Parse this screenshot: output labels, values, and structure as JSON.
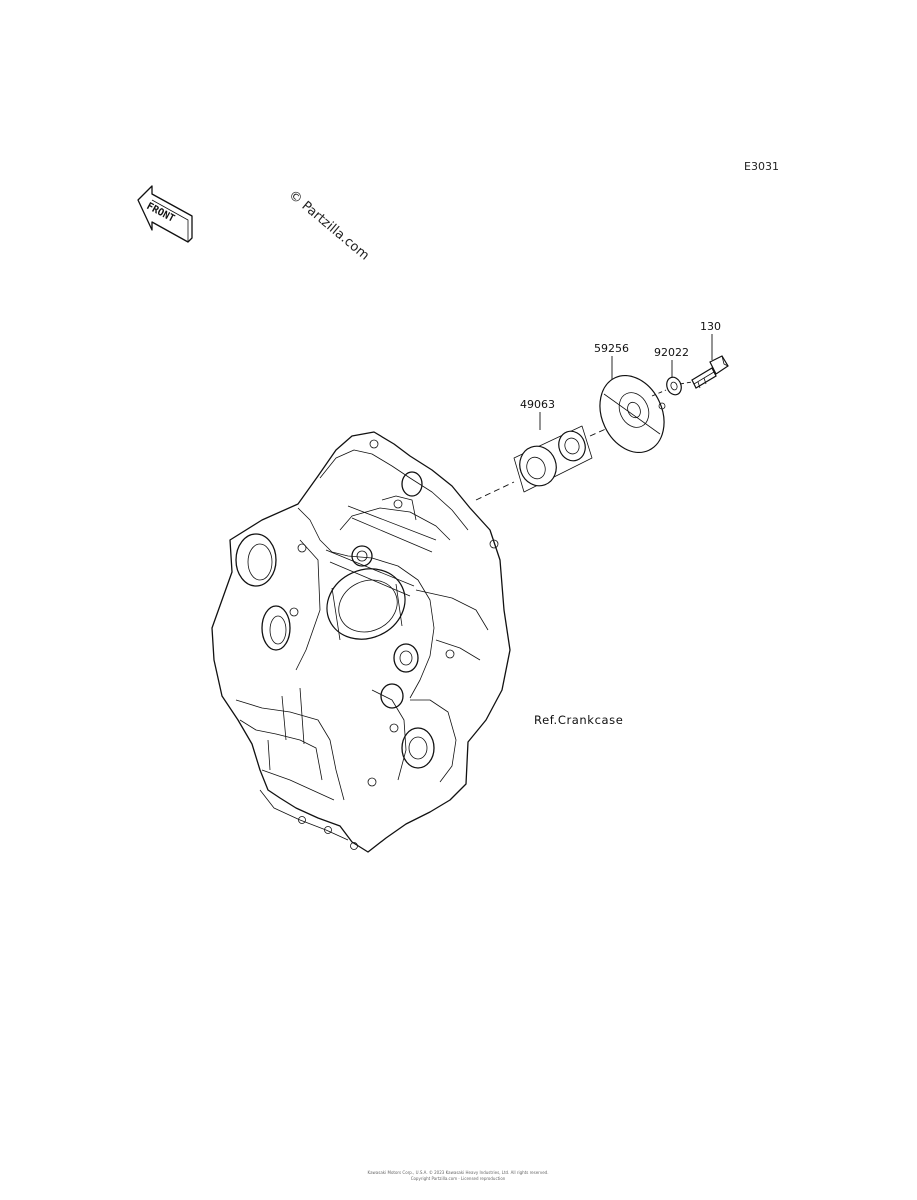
{
  "diagram_id": "E3031",
  "watermark": "© Partzilla.com",
  "front_arrow_label": "FRONT",
  "parts": [
    {
      "number": "130"
    },
    {
      "number": "59256"
    },
    {
      "number": "92022"
    },
    {
      "number": "49063"
    }
  ],
  "reference_label": "Ref.Crankcase",
  "footer": {
    "line1": "Kawasaki Motors Corp., U.S.A. © 2023 Kawasaki Heavy Industries, Ltd. All rights reserved.",
    "line2": "Copyright Partzilla.com · Licensed reproduction"
  }
}
